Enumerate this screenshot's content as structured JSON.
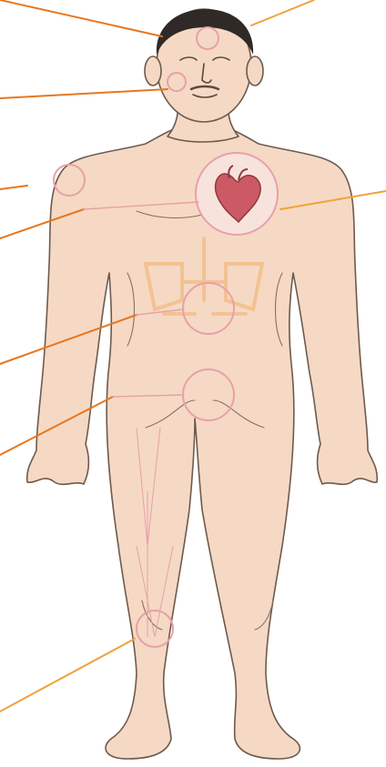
{
  "colors": {
    "background": "#ffffff",
    "skin": "#f5d9c4",
    "skin_shadow": "#e8c2a6",
    "outline": "#6e5a4e",
    "hair": "#2f2a27",
    "leader_line": "#e8761e",
    "leader_line_light": "#f0a23a",
    "highlight_circle": "#e8a0a8",
    "heart": "#cc5a64",
    "abdominal_markings": "#f3c08e"
  },
  "figure": {
    "subject": "human-body-front-view",
    "highlighted_regions": [
      "head-top",
      "right-cheek",
      "right-shoulder",
      "heart",
      "navel",
      "groin",
      "right-knee"
    ]
  }
}
